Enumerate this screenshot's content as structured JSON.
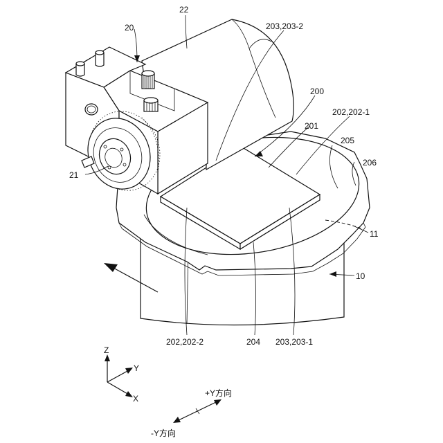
{
  "labels": {
    "l22": "22",
    "l20": "20",
    "l203_2": "203,203-2",
    "l200": "200",
    "l202_1": "202,202-1",
    "l201": "201",
    "l205": "205",
    "l206": "206",
    "l21": "21",
    "l11": "11",
    "l10": "10",
    "l202_2": "202,202-2",
    "l204": "204",
    "l203_1": "203,203-1"
  },
  "axes": {
    "z": "Z",
    "y": "Y",
    "x": "X",
    "plus_y": "+Y方向",
    "minus_y": "-Y方向"
  }
}
